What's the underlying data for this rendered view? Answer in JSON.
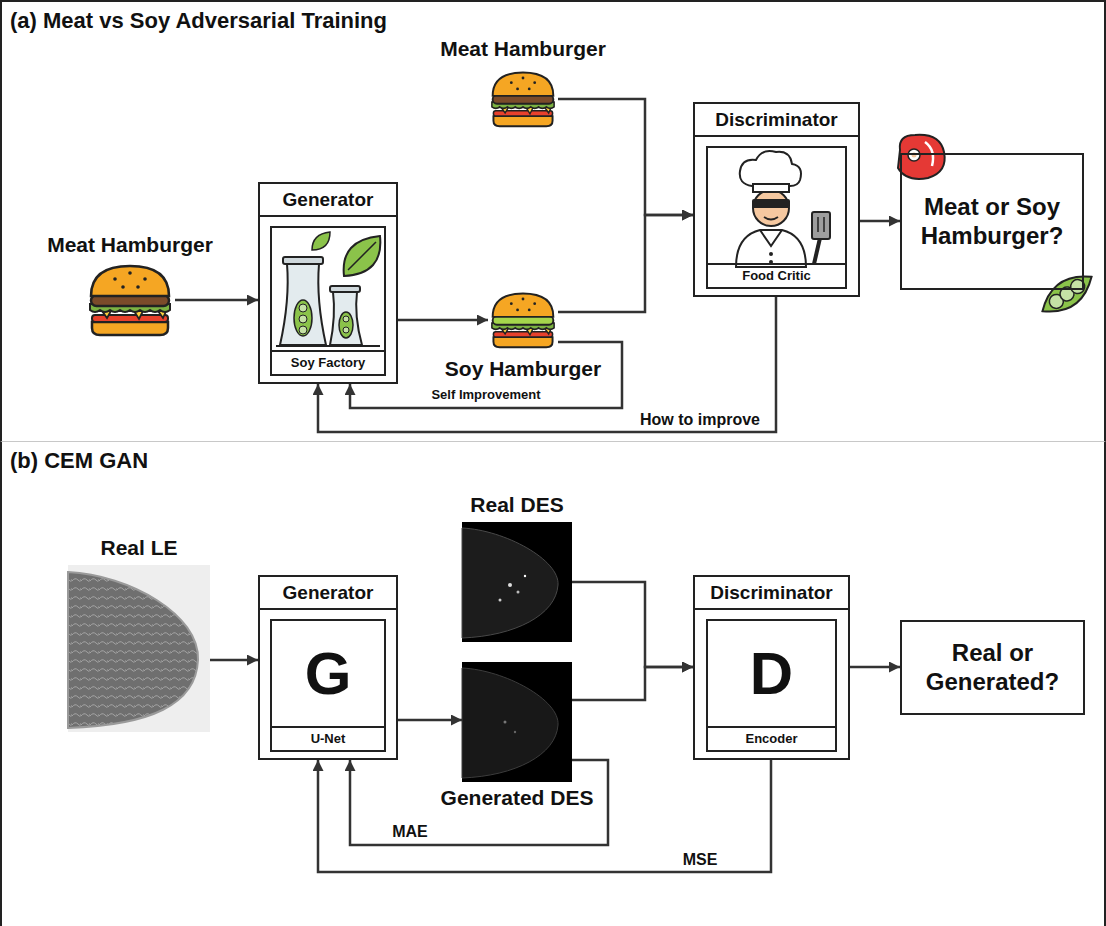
{
  "diagram": {
    "nodes": [
      {
        "text": [
          "(a) Meat vs Soy Adversarial Training"
        ]
      },
      {
        "text": [
          "Meat Hamburger"
        ],
        "in": 0
      },
      {
        "text": [
          "Generator"
        ],
        "in": 0
      },
      {
        "text": [
          "Soy Factory"
        ],
        "in": 2
      },
      {
        "text": [
          "Meat Hamburger"
        ],
        "in": 0
      },
      {
        "text": [
          "Soy Hamburger"
        ],
        "in": 0
      },
      {
        "text": [
          "Discriminator"
        ],
        "in": 0
      },
      {
        "text": [
          "Food Critic"
        ],
        "in": 6
      },
      {
        "text": [
          "Meat or Soy Hamburger?"
        ],
        "in": 0
      },
      {
        "text": [
          "(b) CEM GAN"
        ]
      },
      {
        "text": [
          "Real LE"
        ],
        "in": 9
      },
      {
        "text": [
          "Generator"
        ],
        "in": 9
      },
      {
        "text": [
          "G",
          "U-Net"
        ],
        "in": 11
      },
      {
        "text": [
          "Real DES"
        ],
        "in": 9
      },
      {
        "text": [
          "Generated DES"
        ],
        "in": 9
      },
      {
        "text": [
          "Discriminator"
        ],
        "in": 9
      },
      {
        "text": [
          "D",
          "Encoder"
        ],
        "in": 15
      },
      {
        "text": [
          "Real or Generated?"
        ],
        "in": 9
      }
    ],
    "edges": [
      {
        "from": 1,
        "to": 2,
        "arrow": "to"
      },
      {
        "from": 2,
        "to": 5,
        "arrow": "to"
      },
      {
        "from": 4,
        "to": 6,
        "arrow": "to"
      },
      {
        "from": 5,
        "to": 6,
        "arrow": "to"
      },
      {
        "from": 6,
        "to": 8,
        "arrow": "to"
      },
      {
        "from": 5,
        "to": 2,
        "label": "Self Improvement",
        "arrow": "to"
      },
      {
        "from": 6,
        "to": 2,
        "label": "How to improve",
        "arrow": "to"
      },
      {
        "from": 10,
        "to": 11,
        "arrow": "to"
      },
      {
        "from": 11,
        "to": 14,
        "arrow": "to"
      },
      {
        "from": 13,
        "to": 15,
        "arrow": "to"
      },
      {
        "from": 14,
        "to": 15,
        "arrow": "to"
      },
      {
        "from": 15,
        "to": 17,
        "arrow": "to"
      },
      {
        "from": 14,
        "to": 11,
        "label": "MAE",
        "arrow": "to"
      },
      {
        "from": 15,
        "to": 11,
        "label": "MSE",
        "arrow": "to"
      }
    ]
  }
}
